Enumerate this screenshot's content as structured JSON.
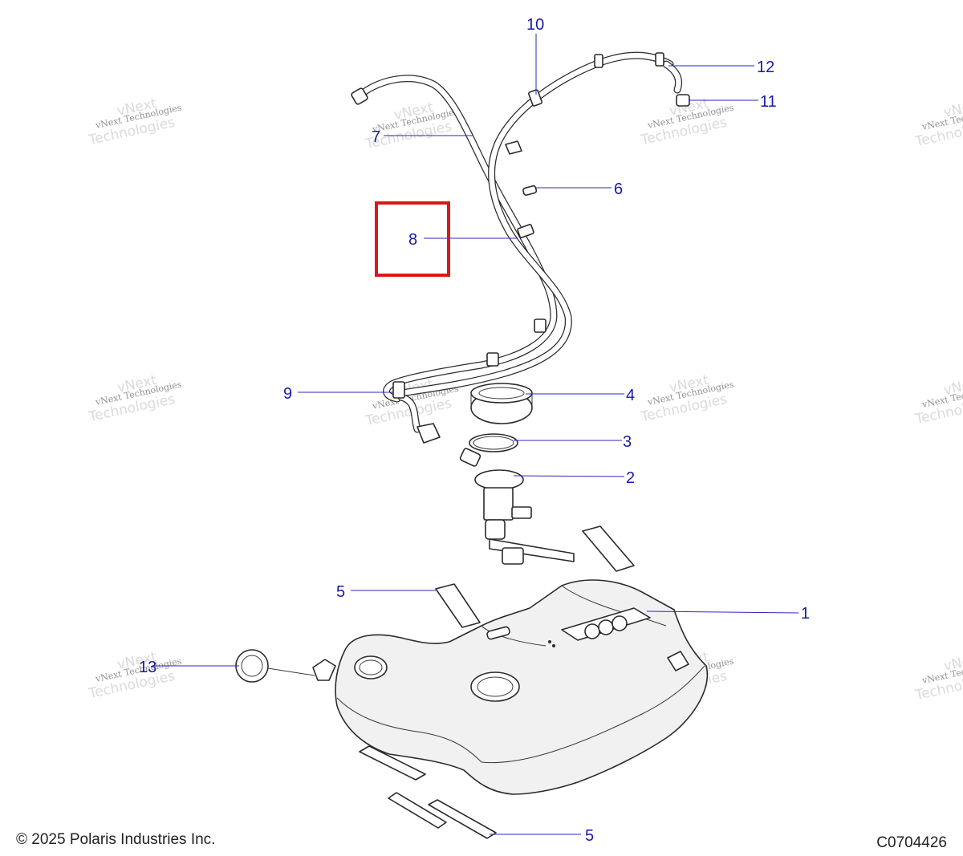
{
  "callouts": {
    "c1": "1",
    "c2": "2",
    "c3": "3",
    "c4": "4",
    "c5a": "5",
    "c5b": "5",
    "c6": "6",
    "c7": "7",
    "c8": "8",
    "c9": "9",
    "c10": "10",
    "c11": "11",
    "c12": "12",
    "c13": "13"
  },
  "watermark": {
    "line1": "vNext Technologies",
    "line2": "Technologies",
    "line0": "vNext"
  },
  "footer": {
    "copyright": "© 2025 Polaris Industries Inc.",
    "diagram_code": "C0704426"
  },
  "colors": {
    "callout": "#1a1aa8",
    "highlight": "#d8191c",
    "line_art": "#2b2b2b"
  },
  "icons": {
    "highlight": "selection-box"
  }
}
